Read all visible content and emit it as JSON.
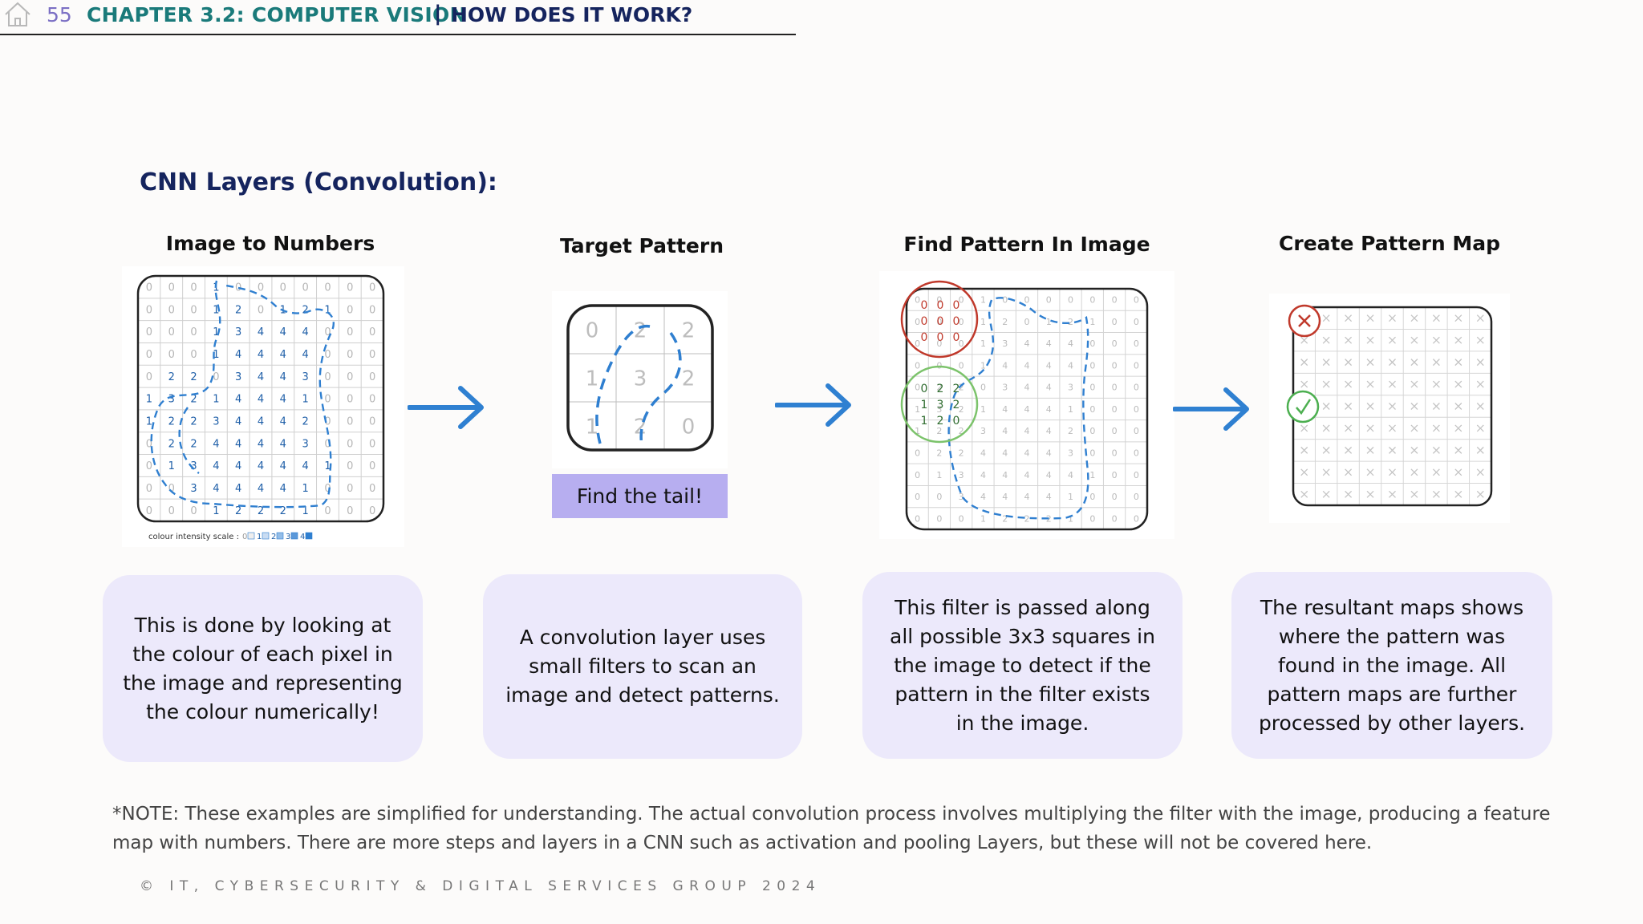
{
  "header": {
    "page_number": "55",
    "chapter": "CHAPTER 3.2: COMPUTER VISION",
    "separator": "|",
    "section": "HOW DOES IT WORK?"
  },
  "title": "CNN Layers (Convolution):",
  "steps": [
    {
      "title": "Image to Numbers",
      "description": "This is done by looking at the colour of each pixel in the image and representing the colour numerically!",
      "scale_label": "colour intensity scale :",
      "scale_values": [
        "0",
        "1",
        "2",
        "3",
        "4"
      ]
    },
    {
      "title": "Target Pattern",
      "tag": "Find the tail!",
      "description": "A convolution layer uses small filters to scan an image and detect patterns."
    },
    {
      "title": "Find Pattern In Image",
      "description": "This filter is passed along all possible 3x3 squares in the image to detect if the pattern in the filter exists in the image."
    },
    {
      "title": "Create Pattern Map",
      "description": "The resultant maps shows where the pattern was found in the image. All pattern maps are further processed by other layers."
    }
  ],
  "note": "*NOTE: These examples are simplified for understanding. The actual convolution process involves multiplying the filter with the image, producing a feature map with numbers. There are more steps and layers in a CNN such as activation and pooling Layers, but these will not be covered here.",
  "copyright": "© IT, CYBERSECURITY & DIGITAL SERVICES GROUP 2024",
  "image_grid": [
    [
      "0",
      "0",
      "0",
      "1",
      "0",
      "0",
      "0",
      "0",
      "0",
      "0",
      "0"
    ],
    [
      "0",
      "0",
      "0",
      "1",
      "2",
      "0",
      "1",
      "2",
      "1",
      "0",
      "0"
    ],
    [
      "0",
      "0",
      "0",
      "1",
      "3",
      "4",
      "4",
      "4",
      "0",
      "0",
      "0"
    ],
    [
      "0",
      "0",
      "0",
      "1",
      "4",
      "4",
      "4",
      "4",
      "0",
      "0",
      "0"
    ],
    [
      "0",
      "2",
      "2",
      "0",
      "3",
      "4",
      "4",
      "3",
      "0",
      "0",
      "0"
    ],
    [
      "1",
      "3",
      "2",
      "1",
      "4",
      "4",
      "4",
      "1",
      "0",
      "0",
      "0"
    ],
    [
      "1",
      "2",
      "2",
      "3",
      "4",
      "4",
      "4",
      "2",
      "0",
      "0",
      "0"
    ],
    [
      "0",
      "2",
      "2",
      "4",
      "4",
      "4",
      "4",
      "3",
      "0",
      "0",
      "0"
    ],
    [
      "0",
      "1",
      "3",
      "4",
      "4",
      "4",
      "4",
      "4",
      "1",
      "0",
      "0"
    ],
    [
      "0",
      "0",
      "3",
      "4",
      "4",
      "4",
      "4",
      "1",
      "0",
      "0",
      "0"
    ],
    [
      "0",
      "0",
      "0",
      "1",
      "2",
      "2",
      "2",
      "1",
      "0",
      "0",
      "0"
    ]
  ],
  "filter_grid": [
    [
      "0",
      "2",
      "2"
    ],
    [
      "1",
      "3",
      "2"
    ],
    [
      "1",
      "2",
      "0"
    ]
  ],
  "check_red": [
    [
      "0",
      "0",
      "0"
    ],
    [
      "0",
      "0",
      "0"
    ],
    [
      "0",
      "0",
      "0"
    ]
  ],
  "check_green": [
    [
      "0",
      "2",
      "2"
    ],
    [
      "1",
      "3",
      "2"
    ],
    [
      "1",
      "2",
      "0"
    ]
  ],
  "colors": {
    "accent": "#15245e",
    "chapter": "#1a7a7a",
    "card": "#ece9fb",
    "tag": "#b7aef0",
    "arrow": "#2f80d1",
    "blue_ink": "#2f7fd0",
    "red": "#c0392b",
    "green": "#4caf50"
  },
  "icons": {
    "home": "home-icon",
    "arrow": "arrow-right-icon",
    "cross": "cross-icon",
    "check": "check-icon"
  }
}
